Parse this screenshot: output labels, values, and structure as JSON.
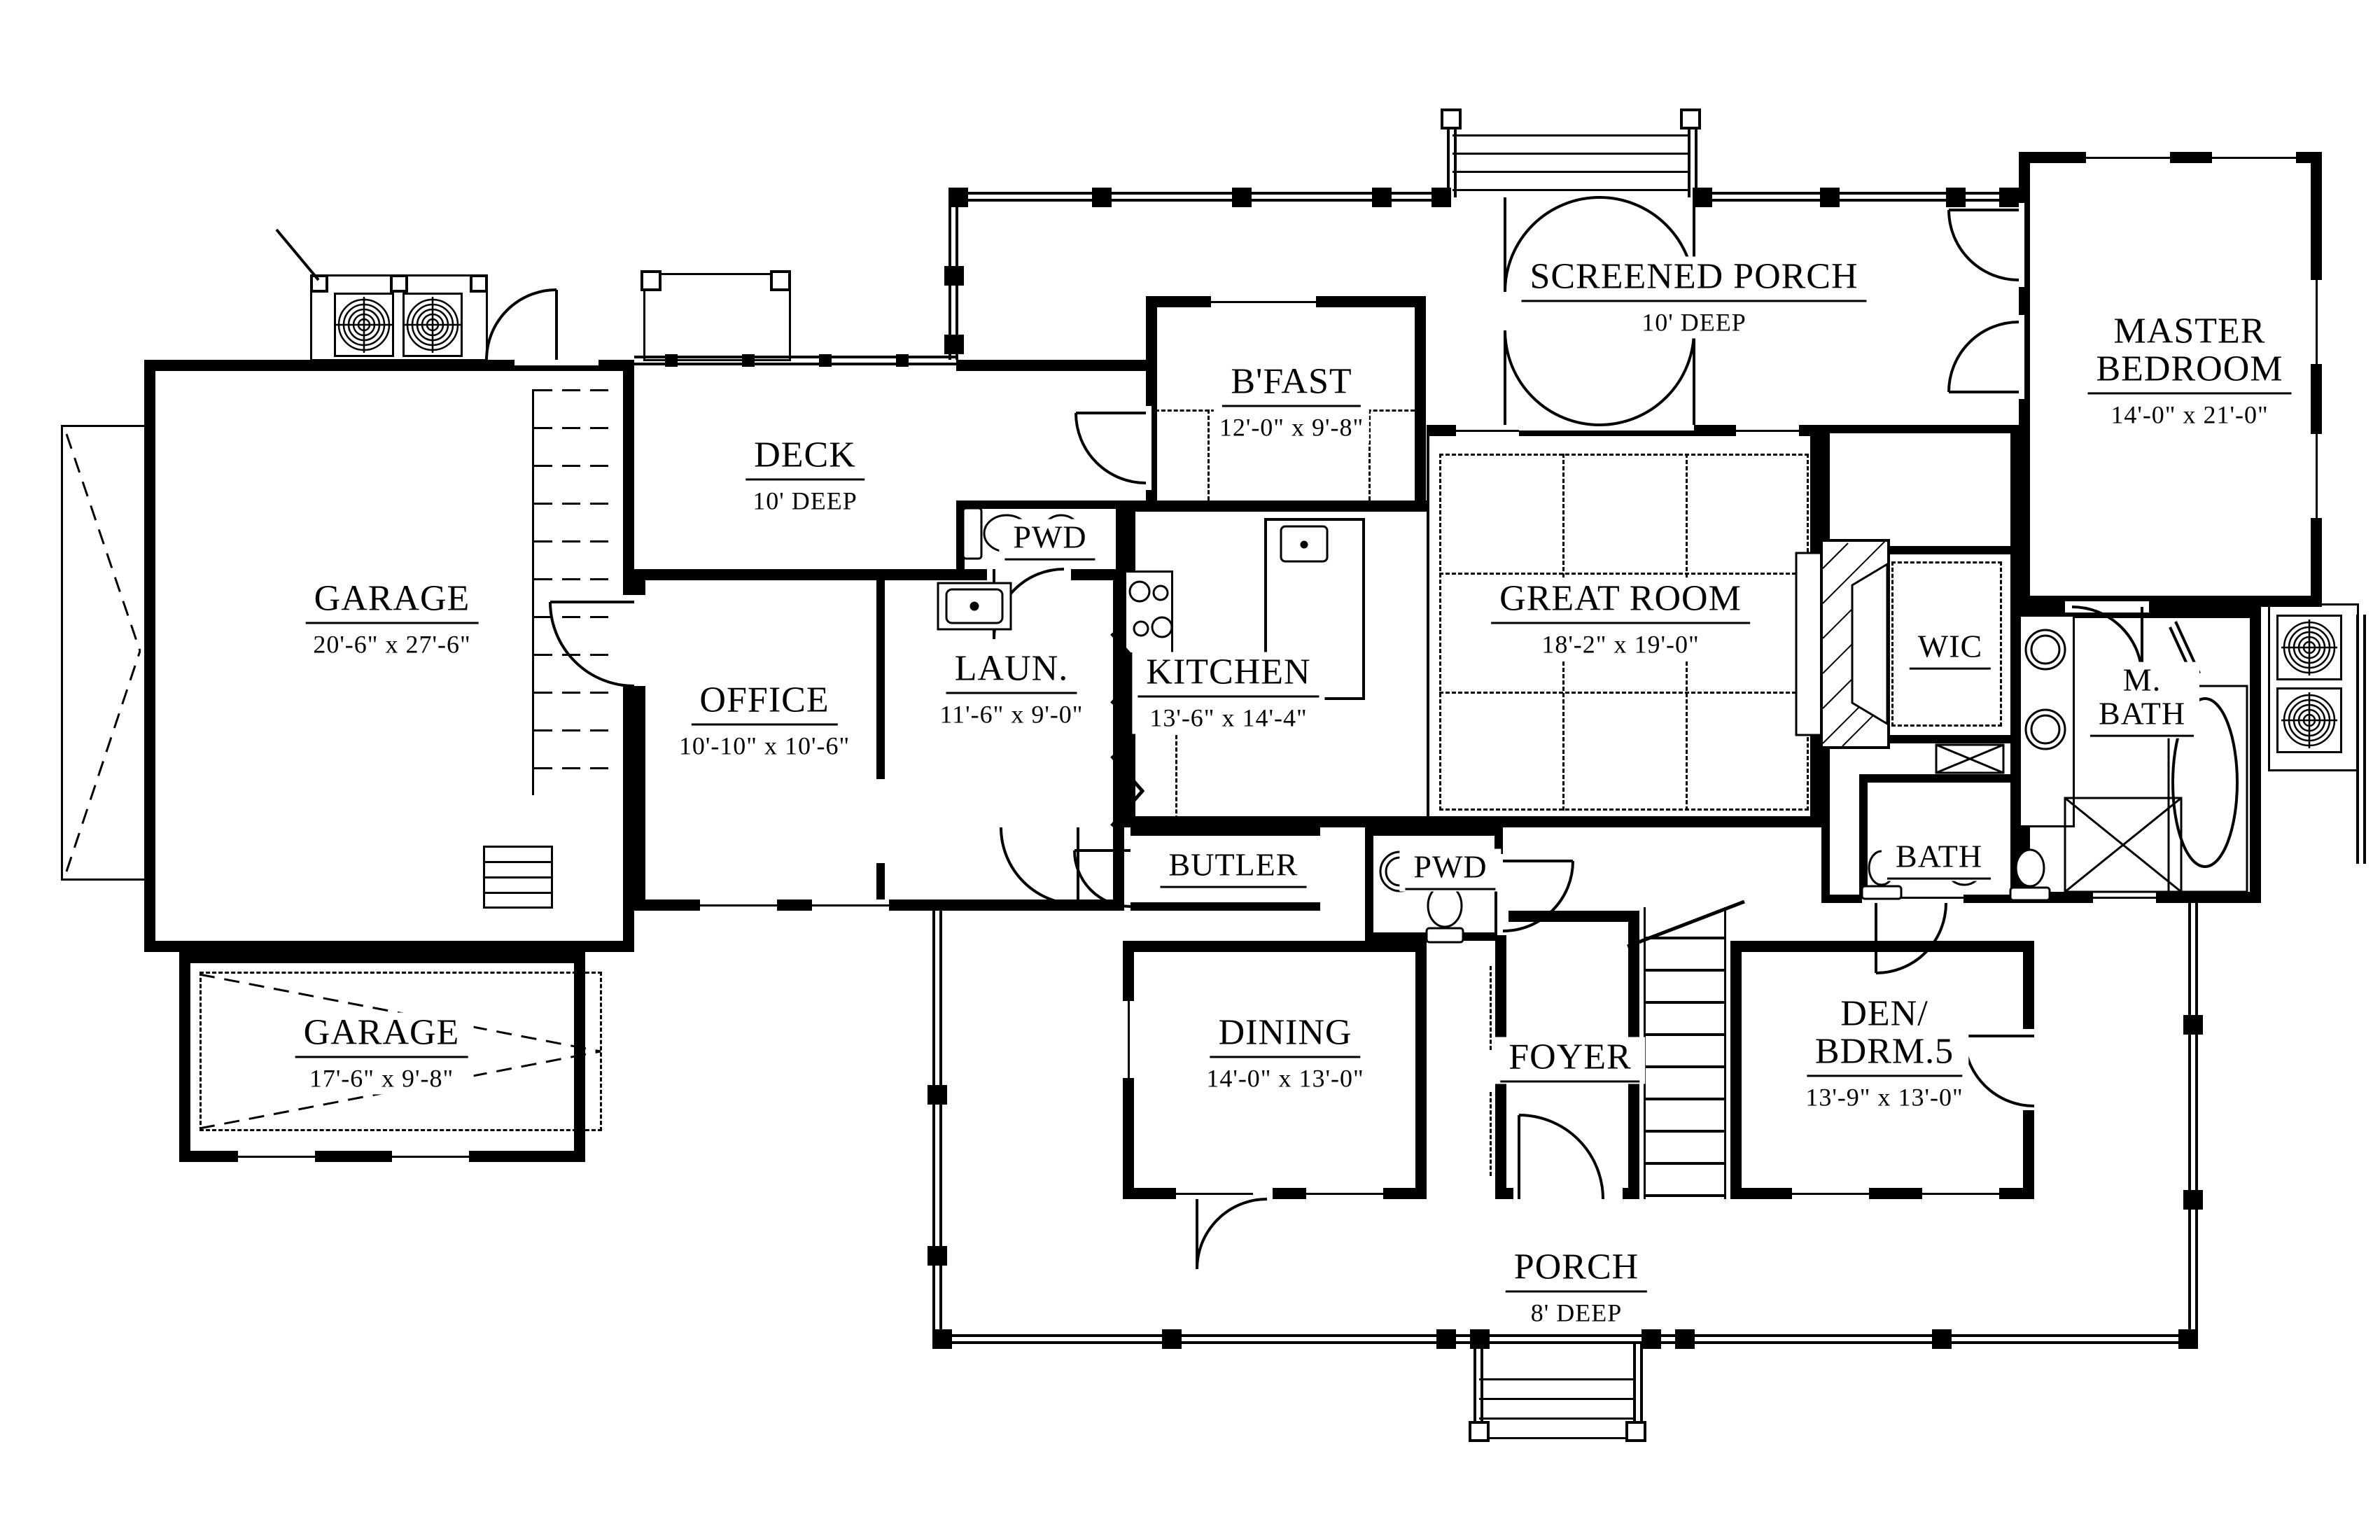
{
  "drawing": {
    "kind": "architectural-first-floor-plan",
    "background_color": "#ffffff",
    "line_color": "#000000"
  },
  "rooms": {
    "garage_main": {
      "name": "GARAGE",
      "dims": "20'-6\" x 27'-6\""
    },
    "garage_side": {
      "name": "GARAGE",
      "dims": "17'-6\" x 9'-8\""
    },
    "deck": {
      "name": "DECK",
      "dims": "10' DEEP"
    },
    "office": {
      "name": "OFFICE",
      "dims": "10'-10\" x 10'-6\""
    },
    "laun": {
      "name": "LAUN.",
      "dims": "11'-6\" x 9'-0\""
    },
    "pwd1": {
      "name": "PWD",
      "dims": ""
    },
    "bfast": {
      "name": "B'FAST",
      "dims": "12'-0\" x 9'-8\""
    },
    "kitchen": {
      "name": "KITCHEN",
      "dims": "13'-6\" x 14'-4\""
    },
    "great_room": {
      "name": "GREAT ROOM",
      "dims": "18'-2\" x 19'-0\""
    },
    "screened_porch": {
      "name": "SCREENED PORCH",
      "dims": "10' DEEP"
    },
    "master": {
      "name": "MASTER",
      "name2": "BEDROOM",
      "dims": "14'-0\" x 21'-0\""
    },
    "wic": {
      "name": "WIC",
      "dims": ""
    },
    "mbath": {
      "name": "M.",
      "name2": "BATH",
      "dims": ""
    },
    "butler": {
      "name": "BUTLER",
      "dims": ""
    },
    "pwd2": {
      "name": "PWD",
      "dims": ""
    },
    "bath": {
      "name": "BATH",
      "dims": ""
    },
    "dining": {
      "name": "DINING",
      "dims": "14'-0\" x 13'-0\""
    },
    "foyer": {
      "name": "FOYER",
      "dims": ""
    },
    "den": {
      "name": "DEN/",
      "name2": "BDRM.5",
      "dims": "13'-9\" x 13'-0\""
    },
    "porch": {
      "name": "PORCH",
      "dims": "8' DEEP"
    }
  },
  "fixtures": [
    "hvac-condenser-unit",
    "stairs",
    "door-swing",
    "window",
    "porch-column",
    "toilet",
    "round-sink",
    "laundry-sink",
    "kitchen-island",
    "range-burners",
    "fireplace",
    "bathtub",
    "shower",
    "bifold-door",
    "railing",
    "entry-steps"
  ]
}
